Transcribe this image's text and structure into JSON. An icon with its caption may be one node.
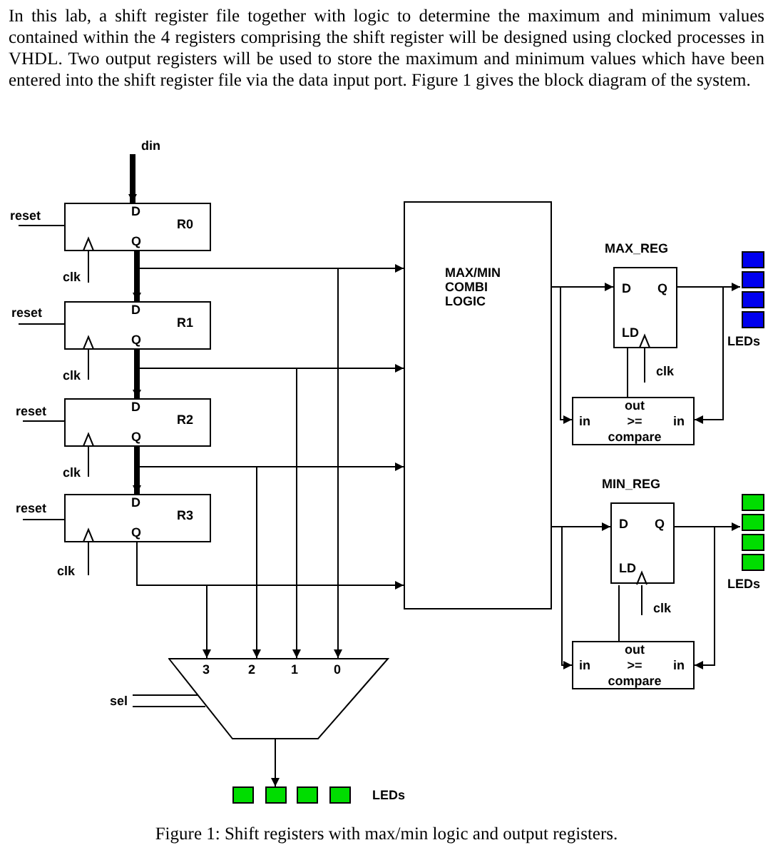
{
  "diagram": {
    "caption": "Figure 1: Shift registers with max/min logic and output registers.",
    "nodes": [
      {
        "text": [
          "din"
        ]
      },
      {
        "text": [
          "D",
          "R0",
          "Q"
        ]
      },
      {
        "text": [
          "reset"
        ]
      },
      {
        "text": [
          "clk"
        ]
      },
      {
        "text": [
          "D",
          "R1",
          "Q"
        ]
      },
      {
        "text": [
          "reset"
        ]
      },
      {
        "text": [
          "clk"
        ]
      },
      {
        "text": [
          "D",
          "R2",
          "Q"
        ]
      },
      {
        "text": [
          "reset"
        ]
      },
      {
        "text": [
          "clk"
        ]
      },
      {
        "text": [
          "D",
          "R3",
          "Q"
        ]
      },
      {
        "text": [
          "reset"
        ]
      },
      {
        "text": [
          "clk"
        ]
      },
      {
        "text": [
          "MAX/MIN COMBI LOGIC"
        ]
      },
      {
        "text": [
          "MAX_REG",
          "D",
          "Q",
          "LD"
        ]
      },
      {
        "text": [
          "clk"
        ]
      },
      {
        "text": [
          "out",
          "in",
          ">=",
          "in",
          "compare"
        ]
      },
      {
        "text": [
          "LEDs"
        ]
      },
      {
        "text": [],
        "shape": "box",
        "in": 17
      },
      {
        "text": [],
        "shape": "box",
        "in": 17
      },
      {
        "text": [],
        "shape": "box",
        "in": 17
      },
      {
        "text": [],
        "shape": "box",
        "in": 17
      },
      {
        "text": [
          "MIN_REG",
          "D",
          "Q",
          "LD"
        ]
      },
      {
        "text": [
          "clk"
        ]
      },
      {
        "text": [
          "out",
          "in",
          ">=",
          "in",
          "compare"
        ]
      },
      {
        "text": [
          "LEDs"
        ]
      },
      {
        "text": [],
        "shape": "box",
        "in": 25
      },
      {
        "text": [],
        "shape": "box",
        "in": 25
      },
      {
        "text": [],
        "shape": "box",
        "in": 25
      },
      {
        "text": [],
        "shape": "box",
        "in": 25
      },
      {
        "text": [
          "3",
          "2",
          "1",
          "0"
        ]
      },
      {
        "text": [
          "sel"
        ]
      },
      {
        "text": [
          "LEDs"
        ]
      },
      {
        "text": [],
        "shape": "box",
        "in": 32
      },
      {
        "text": [],
        "shape": "box",
        "in": 32
      },
      {
        "text": [],
        "shape": "box",
        "in": 32
      },
      {
        "text": [],
        "shape": "box",
        "in": 32
      }
    ],
    "edges": [
      {
        "from": 0,
        "to": 1,
        "arrow": "to",
        "style": "thick"
      },
      {
        "from": 2,
        "to": 1,
        "arrow": "none"
      },
      {
        "from": 3,
        "to": 1,
        "arrow": "to"
      },
      {
        "from": 1,
        "to": 4,
        "arrow": "to",
        "style": "thick"
      },
      {
        "from": 5,
        "to": 4,
        "arrow": "none"
      },
      {
        "from": 6,
        "to": 4,
        "arrow": "to"
      },
      {
        "from": 4,
        "to": 7,
        "arrow": "to",
        "style": "thick"
      },
      {
        "from": 8,
        "to": 7,
        "arrow": "none"
      },
      {
        "from": 9,
        "to": 7,
        "arrow": "to"
      },
      {
        "from": 7,
        "to": 10,
        "arrow": "to",
        "style": "thick"
      },
      {
        "from": 11,
        "to": 10,
        "arrow": "none"
      },
      {
        "from": 12,
        "to": 10,
        "arrow": "to"
      },
      {
        "from": 1,
        "to": 13,
        "arrow": "to"
      },
      {
        "from": 4,
        "to": 13,
        "arrow": "to"
      },
      {
        "from": 7,
        "to": 13,
        "arrow": "to"
      },
      {
        "from": 10,
        "to": 13,
        "arrow": "to"
      },
      {
        "from": 1,
        "to": 30,
        "arrow": "to"
      },
      {
        "from": 4,
        "to": 30,
        "arrow": "to"
      },
      {
        "from": 7,
        "to": 30,
        "arrow": "to"
      },
      {
        "from": 10,
        "to": 30,
        "arrow": "to"
      },
      {
        "from": 13,
        "to": 14,
        "arrow": "to"
      },
      {
        "from": 13,
        "to": 16,
        "arrow": "to"
      },
      {
        "from": 14,
        "to": 17,
        "arrow": "to"
      },
      {
        "from": 14,
        "to": 16,
        "arrow": "to"
      },
      {
        "from": 16,
        "to": 14,
        "arrow": "none"
      },
      {
        "from": 15,
        "to": 14,
        "arrow": "to"
      },
      {
        "from": 13,
        "to": 22,
        "arrow": "to"
      },
      {
        "from": 13,
        "to": 24,
        "arrow": "to"
      },
      {
        "from": 22,
        "to": 25,
        "arrow": "to"
      },
      {
        "from": 22,
        "to": 24,
        "arrow": "to"
      },
      {
        "from": 24,
        "to": 22,
        "arrow": "none"
      },
      {
        "from": 23,
        "to": 22,
        "arrow": "to"
      },
      {
        "from": 30,
        "to": 34,
        "arrow": "to"
      },
      {
        "from": 31,
        "to": 30,
        "arrow": "none"
      },
      {
        "from": 31,
        "to": 30,
        "arrow": "none"
      }
    ],
    "labels": [
      "In this lab, a shift register file together with logic to determine the maximum and minimum values contained within the 4 registers comprising the shift register will be designed using clocked processes in VHDL. Two output registers will be used to store the maximum and minimum values which have been entered into the shift register file via the data input port. Figure 1 gives the block diagram of the system."
    ]
  }
}
